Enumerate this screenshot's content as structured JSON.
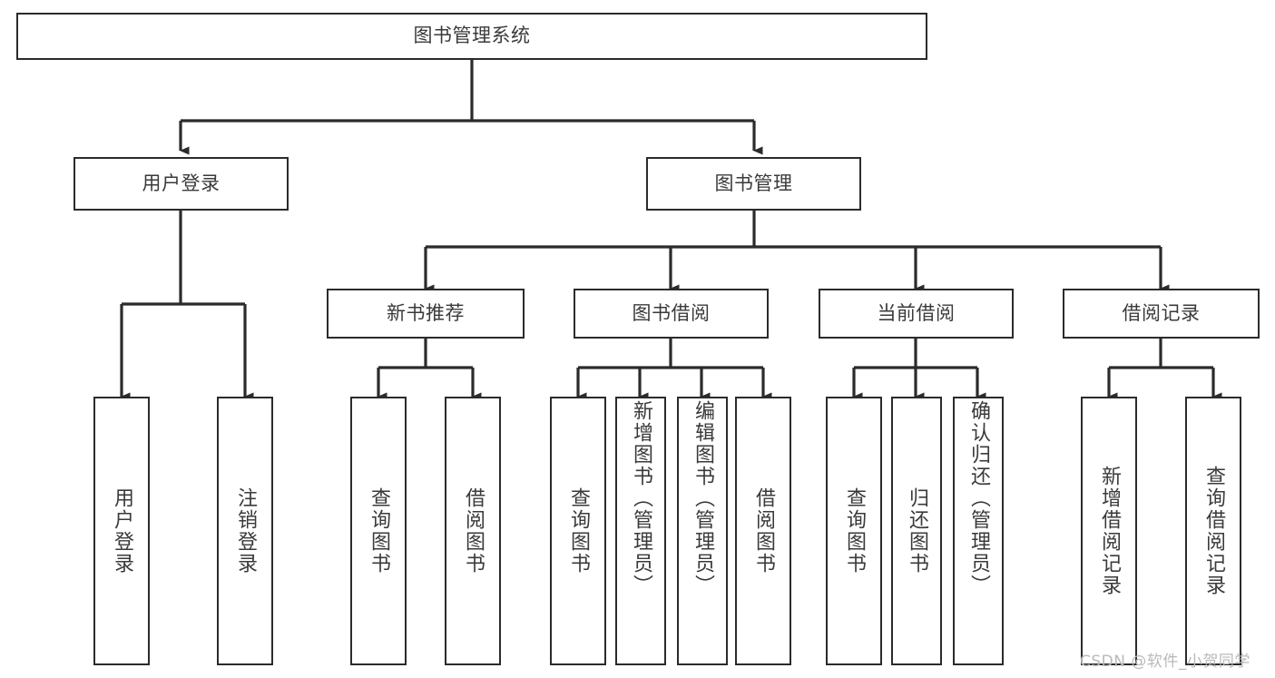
{
  "diagram": {
    "title": "图书管理系统",
    "type": "functional-structure-tree",
    "watermark": "CSDN @软件_小贺同学",
    "colors": {
      "box_border": "#2b2b2b",
      "box_fill": "#ffffff",
      "text": "#3a3a3a",
      "connector": "#2b2b2b",
      "watermark": "#b9b9b9",
      "background": "#ffffff"
    },
    "root": {
      "label": "图书管理系统"
    },
    "level2": [
      {
        "label": "用户登录"
      },
      {
        "label": "图书管理"
      }
    ],
    "level3": [
      {
        "label": "新书推荐"
      },
      {
        "label": "图书借阅"
      },
      {
        "label": "当前借阅"
      },
      {
        "label": "借阅记录"
      }
    ],
    "leaves": {
      "user_login": [
        {
          "label": "用户登录"
        },
        {
          "label": "注销登录"
        }
      ],
      "new_book_recommend": [
        {
          "label": "查询图书"
        },
        {
          "label": "借阅图书"
        }
      ],
      "book_borrow": [
        {
          "label": "查询图书"
        },
        {
          "label": "新增图书（管理员）"
        },
        {
          "label": "编辑图书（管理员）"
        },
        {
          "label": "借阅图书"
        }
      ],
      "current_borrow": [
        {
          "label": "查询图书"
        },
        {
          "label": "归还图书"
        },
        {
          "label": "确认归还（管理员）"
        }
      ],
      "borrow_record": [
        {
          "label": "新增借阅记录"
        },
        {
          "label": "查询借阅记录"
        }
      ]
    }
  }
}
